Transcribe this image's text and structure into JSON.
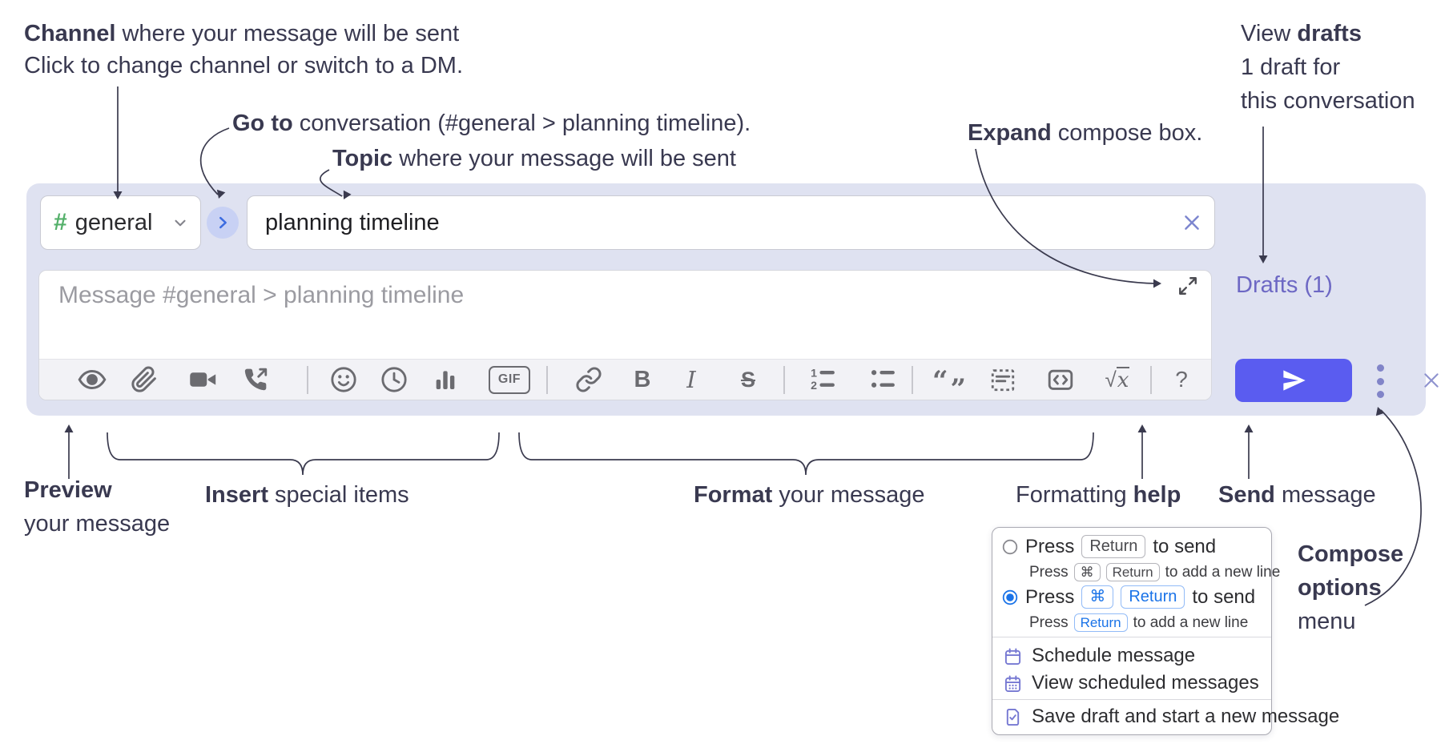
{
  "annotations": {
    "channel_bold": "Channel",
    "channel_rest": " where your message will be sent",
    "channel_line2": "Click to change channel or switch to a DM.",
    "goto_bold": "Go to",
    "goto_rest": " conversation (#general > planning timeline).",
    "topic_bold": "Topic",
    "topic_rest": " where your message will be sent",
    "expand_bold": "Expand",
    "expand_rest": " compose box.",
    "drafts_line1_pre": "View ",
    "drafts_line1_bold": "drafts",
    "drafts_line2": "1 draft for",
    "drafts_line3": "this conversation",
    "preview_bold": "Preview",
    "preview_line2": "your message",
    "insert_bold": "Insert",
    "insert_rest": " special items",
    "format_bold": "Format",
    "format_rest": " your message",
    "help_pre": "Formatting ",
    "help_bold": "help",
    "send_bold": "Send",
    "send_rest": " message",
    "options_line1": "Compose",
    "options_line2": "options",
    "options_line3": "menu"
  },
  "compose": {
    "channel_hash": "#",
    "channel_name": "general",
    "topic_value": "planning timeline",
    "message_placeholder": "Message #general > planning timeline",
    "drafts_label": "Drafts (1)"
  },
  "toolbar": {
    "bold_label": "B",
    "italic_label": "I",
    "strike_label": "S",
    "gif_label": "GIF",
    "quote_open": "“",
    "quote_close": "”",
    "math_root": "√",
    "math_x": "x",
    "help_label": "?",
    "ol_1": "1",
    "ol_2": "2"
  },
  "menu": {
    "opt1_press": "Press",
    "opt1_key": "Return",
    "opt1_suffix": "to send",
    "opt1_sub_press": "Press",
    "opt1_sub_key1": "⌘",
    "opt1_sub_key2": "Return",
    "opt1_sub_suffix": "to add a new line",
    "opt2_press": "Press",
    "opt2_key1": "⌘",
    "opt2_key2": "Return",
    "opt2_suffix": "to send",
    "opt2_sub_press": "Press",
    "opt2_sub_key": "Return",
    "opt2_sub_suffix": "to add a new line",
    "item_schedule": "Schedule message",
    "item_view_scheduled": "View scheduled messages",
    "item_save_draft": "Save draft and start a new message"
  },
  "colors": {
    "accent_send": "#5a5cf0",
    "channel_green": "#54b06a",
    "link_purple": "#6d68c4",
    "radio_blue": "#1a73e8",
    "compose_bg": "#dfe2f1"
  }
}
